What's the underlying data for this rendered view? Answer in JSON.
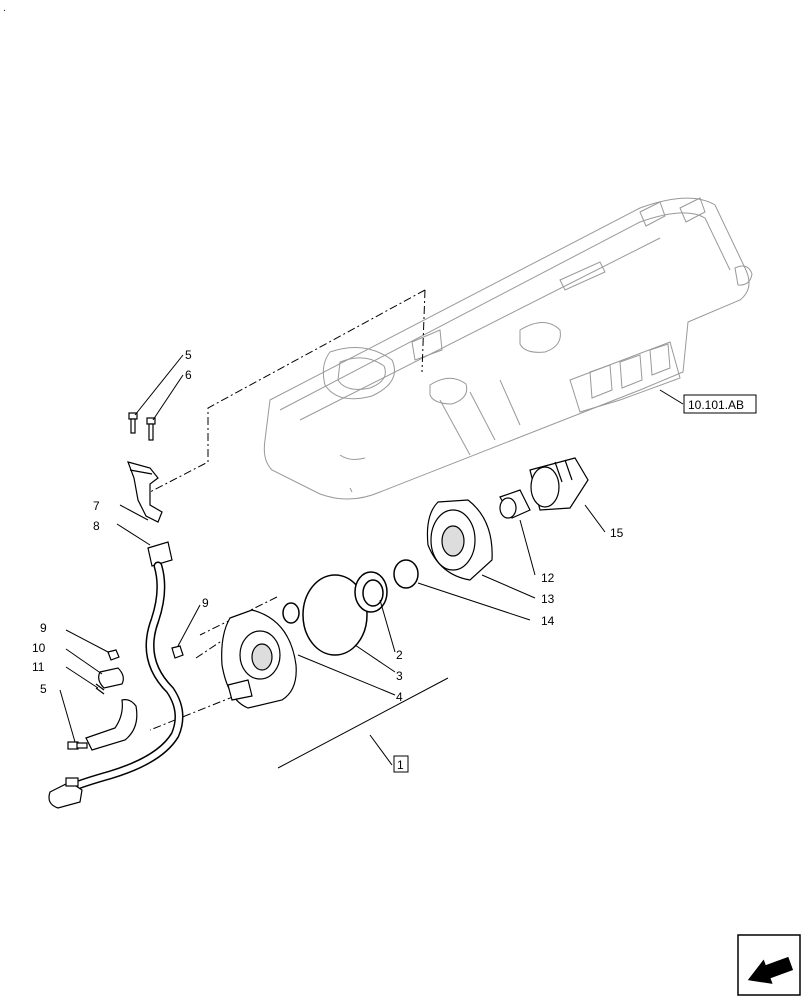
{
  "diagram": {
    "part_callouts": [
      "5",
      "6",
      "7",
      "8",
      "9",
      "9",
      "10",
      "11",
      "5",
      "2",
      "3",
      "4",
      "12",
      "13",
      "14",
      "15"
    ],
    "group_label": "1",
    "reference_label": "10.101.AB",
    "corner_mark": ".",
    "icons": [
      "navigation-arrow-icon"
    ]
  }
}
